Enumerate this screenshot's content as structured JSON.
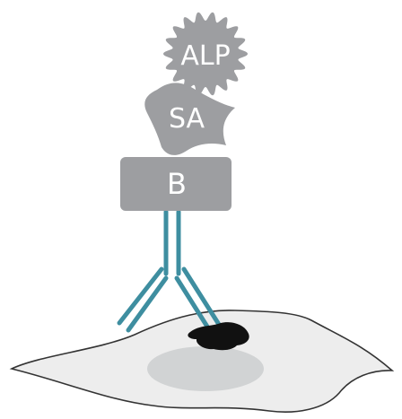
{
  "labels": {
    "enzyme": "ALP",
    "streptavidin": "SA",
    "biotin": "B"
  },
  "colors": {
    "component_fill": "#9d9ea1",
    "antibody": "#3e8ea0",
    "cell_fill": "#ededed",
    "cell_outline": "#333333",
    "nucleus": "#d1d3d4",
    "antigen": "#111111"
  }
}
